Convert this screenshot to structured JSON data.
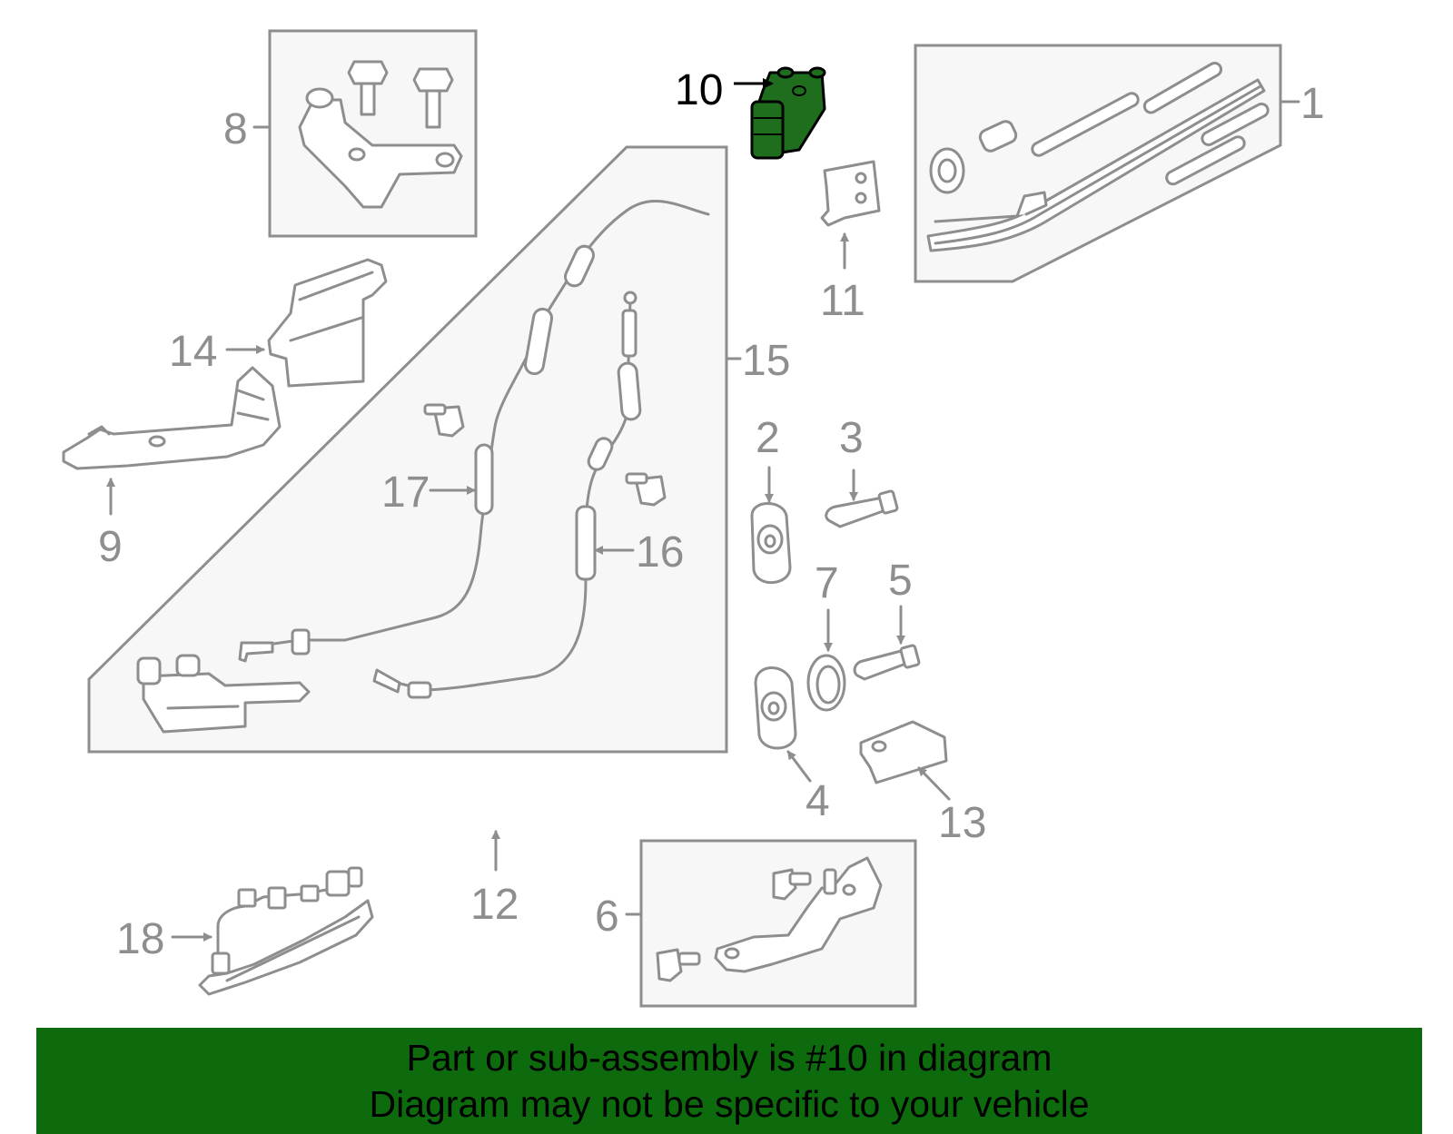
{
  "colors": {
    "banner_bg": "#0d6b0d",
    "highlight": "#1e6e1e",
    "line": "#8e8e8e",
    "box_fill": "#f7f7f7"
  },
  "callouts": {
    "c1": "1",
    "c2": "2",
    "c3": "3",
    "c4": "4",
    "c5": "5",
    "c6": "6",
    "c7": "7",
    "c8": "8",
    "c9": "9",
    "c10": "10",
    "c11": "11",
    "c12": "12",
    "c13": "13",
    "c14": "14",
    "c15": "15",
    "c16": "16",
    "c17": "17",
    "c18": "18"
  },
  "highlighted_part": "10",
  "banner": {
    "line1": "Part or sub-assembly is #10 in diagram",
    "line2": "Diagram may not be specific to your vehicle"
  }
}
